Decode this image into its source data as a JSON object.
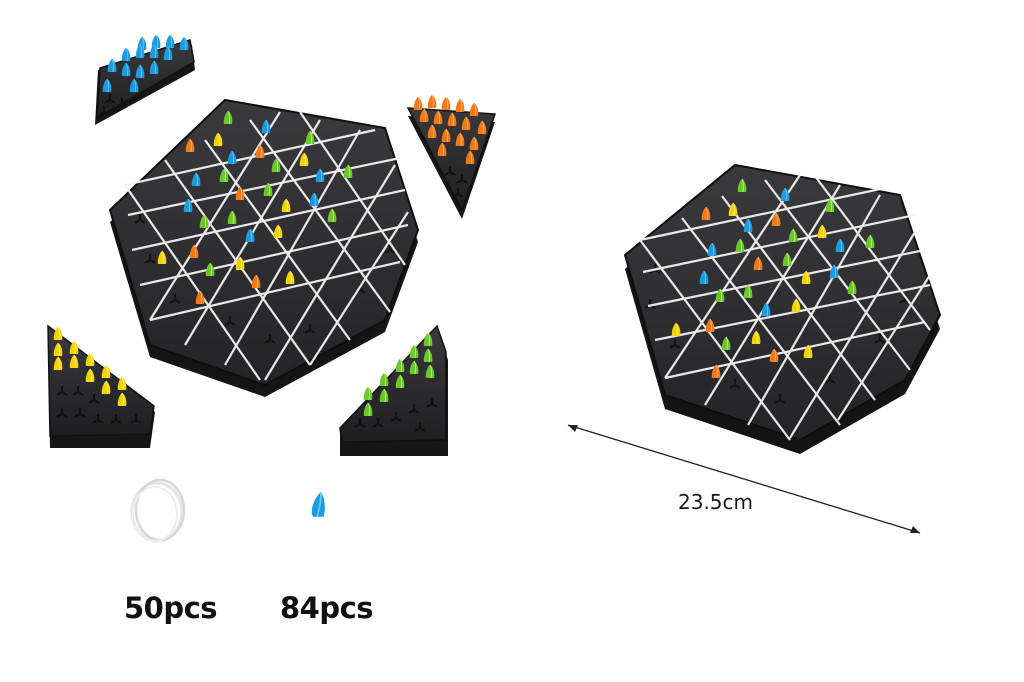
{
  "product": {
    "description": "Triangle chess rubber band board game product photo",
    "colors": {
      "board": "#2a2a2c",
      "board_edge": "#1a1a1b",
      "band": "#f4f4f4",
      "blue": "#1e9be0",
      "orange": "#f07a1a",
      "yellow": "#f5d20e",
      "green": "#6cc72a",
      "text": "#111111"
    }
  },
  "components": {
    "rubber_bands": {
      "quantity_label": "50pcs",
      "icon": "rubber-band-ring"
    },
    "pegs": {
      "quantity_label": "84pcs",
      "icon": "blue-peg"
    }
  },
  "trays": [
    {
      "color": "blue",
      "position": "top-left"
    },
    {
      "color": "orange",
      "position": "top-right"
    },
    {
      "color": "yellow",
      "position": "bottom-left"
    },
    {
      "color": "green",
      "position": "bottom-right"
    }
  ],
  "dimension": {
    "label": "23.5cm"
  }
}
